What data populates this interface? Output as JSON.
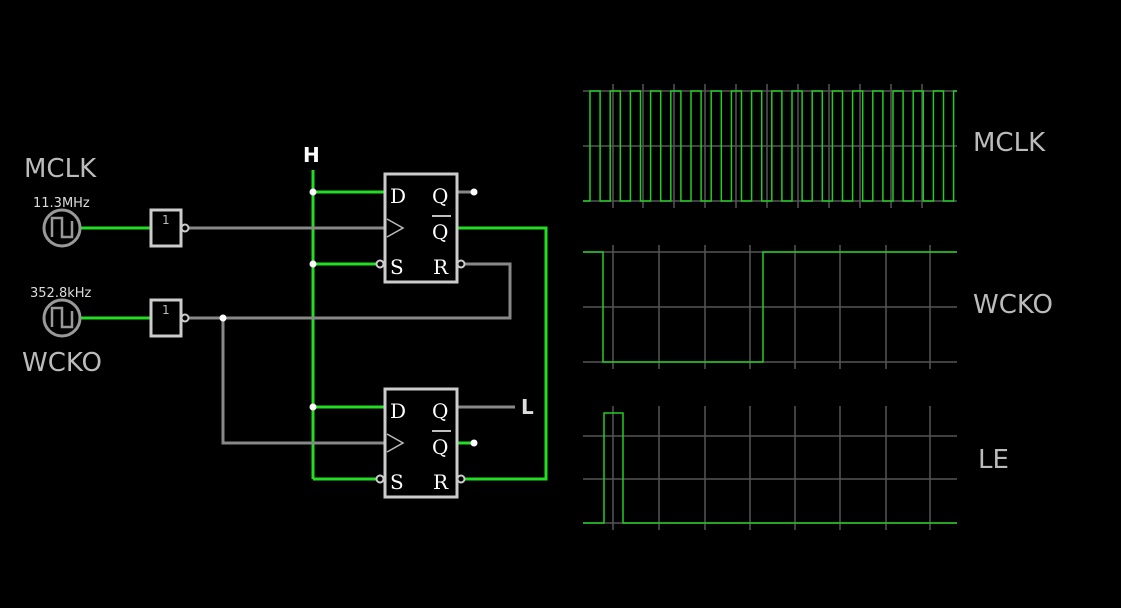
{
  "colors": {
    "background": "#000000",
    "wire_high": "#22dd22",
    "wire_low": "#888888",
    "component": "#cccccc",
    "grid": "#555555",
    "trace": "#22cc22",
    "label": "#bbbbbb"
  },
  "clocks": [
    {
      "name": "MCLK",
      "frequency": "11.3MHz"
    },
    {
      "name": "WCKO",
      "frequency": "352.8kHz"
    }
  ],
  "buffers": [
    {
      "label": "1"
    },
    {
      "label": "1"
    }
  ],
  "flipflops": [
    {
      "pins": {
        "d": "D",
        "q": "Q",
        "qbar": "Q",
        "s": "S",
        "r": "R"
      }
    },
    {
      "pins": {
        "d": "D",
        "q": "Q",
        "qbar": "Q",
        "s": "S",
        "r": "R"
      }
    }
  ],
  "rails": {
    "high": "H",
    "low": "L"
  },
  "scope_labels": {
    "ch1": "MCLK",
    "ch2": "WCKO",
    "ch3": "LE"
  }
}
